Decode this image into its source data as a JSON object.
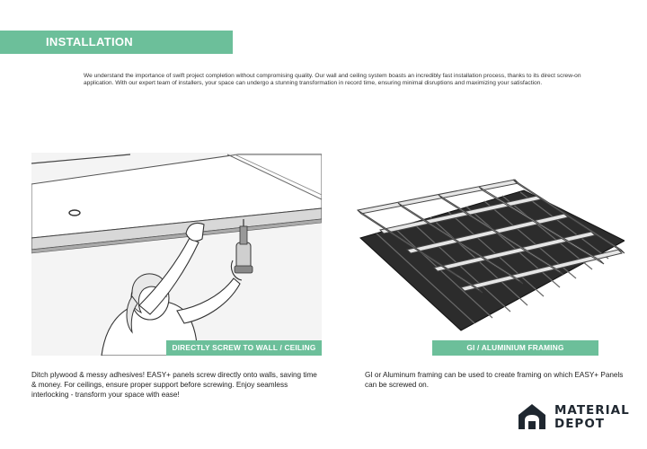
{
  "header": {
    "title": "INSTALLATION",
    "intro": "We understand the importance of swift project completion without compromising quality. Our wall and ceiling system boasts an incredibly fast installation process, thanks to its direct screw-on application. With our expert team of installers, your space can undergo a stunning transformation in record time, ensuring minimal disruptions and maximizing your satisfaction."
  },
  "panels": [
    {
      "caption": "DIRECTLY SCREW TO WALL / CEILING",
      "description": "Ditch plywood & messy adhesives! EASY+ panels screw directly onto walls, saving time & money. For ceilings, ensure proper support before screwing. Enjoy seamless interlocking - transform your space with ease!"
    },
    {
      "caption": "GI / ALUMINIUM FRAMING",
      "description": "GI or Aluminum framing can be used to create framing on which EASY+ Panels can be screwed on."
    }
  ],
  "brand": {
    "line1": "MATERIAL",
    "line2": "DEPOT",
    "accent_color": "#6cbf9a",
    "dark_color": "#1f2730"
  }
}
